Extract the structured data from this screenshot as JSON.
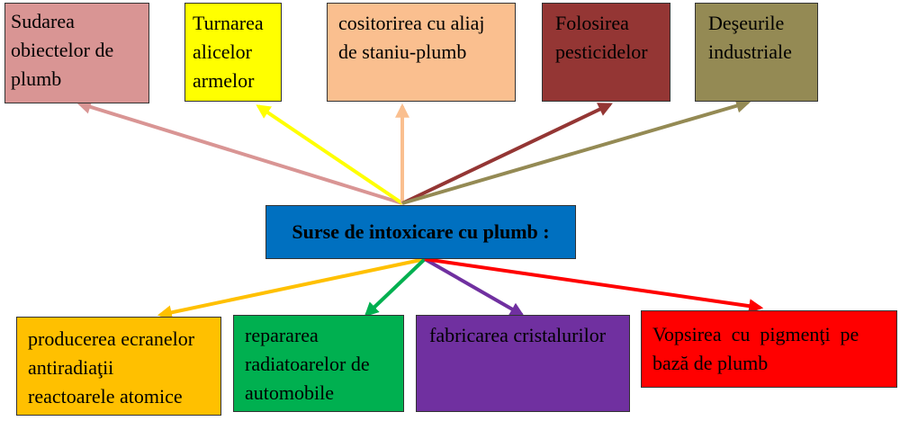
{
  "center": {
    "label": "Surse de intoxicare cu plumb :",
    "color": "#0070C0"
  },
  "top_boxes": [
    {
      "id": "sudarea",
      "lines": [
        "Sudarea",
        "obiectelor de",
        "plumb"
      ],
      "color": "#D99594",
      "arrow_color": "#D99594"
    },
    {
      "id": "turnarea",
      "lines": [
        "Turnarea",
        "alicelor",
        "armelor"
      ],
      "color": "#FFFF00",
      "arrow_color": "#FFFF00"
    },
    {
      "id": "cositorirea",
      "lines": [
        "cositorirea cu aliaj",
        "de staniu-plumb"
      ],
      "color": "#FABF8F",
      "arrow_color": "#FABF8F"
    },
    {
      "id": "pesticide",
      "lines": [
        "Folosirea",
        "pesticidelor"
      ],
      "color": "#943634",
      "arrow_color": "#943634"
    },
    {
      "id": "deseuri",
      "lines": [
        "Deşeurile",
        "industriale"
      ],
      "color": "#948A54",
      "arrow_color": "#948A54"
    }
  ],
  "bottom_boxes": [
    {
      "id": "ecrane",
      "lines": [
        "producerea ecranelor",
        "antiradiaţii",
        "reactoarele atomice"
      ],
      "color": "#FFC000",
      "arrow_color": "#FFC000"
    },
    {
      "id": "radiatoare",
      "lines": [
        "repararea",
        "radiatoarelor de",
        "automobile"
      ],
      "color": "#00B050",
      "arrow_color": "#00B050"
    },
    {
      "id": "cristale",
      "lines": [
        "fabricarea cristalurilor"
      ],
      "color": "#7030A0",
      "arrow_color": "#7030A0"
    },
    {
      "id": "vopsire",
      "lines": [
        "Vopsirea  cu  pigmenţi  pe",
        "bază de plumb"
      ],
      "color": "#FF0000",
      "arrow_color": "#FF0000"
    }
  ]
}
